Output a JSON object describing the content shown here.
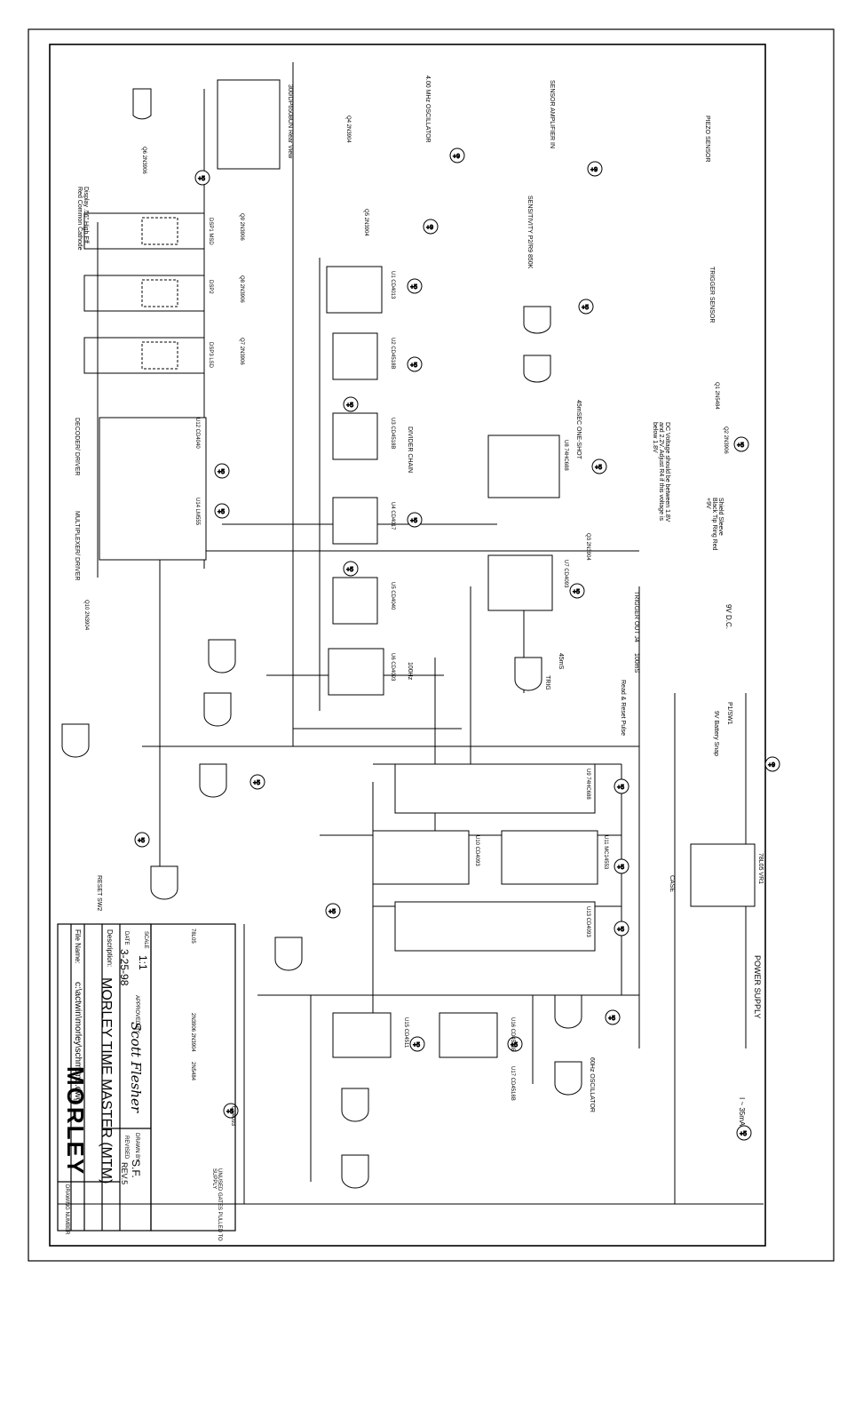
{
  "title_block": {
    "company_logo": "MORLEY",
    "title": "MORLEY TIME MASTER (MTM)",
    "scale_label": "SCALE",
    "scale": "1:1",
    "approved_by_label": "APPROVED BY",
    "approved_by": "Scott Flesher",
    "drawn_by_label": "DRAWN BY",
    "drawn_by": "S.F.",
    "date_label": "DATE",
    "date": "3-25-98",
    "revised_label": "REVISED",
    "revision": "REV.5",
    "description_label": "Description:",
    "file_label": "File Name:",
    "file_name": "c:\\actwin\\morley\\schmtm5.dwg",
    "drawing_number_label": "DRAWING NUMBER"
  },
  "sections": {
    "power_supply": "POWER SUPPLY",
    "current": "I ~ 35mA",
    "dc_input": "9V D.C.",
    "battery": "9V Battery Snap",
    "switch": "P1/SW1",
    "regulator": "78L05 VR1",
    "case": "CASE",
    "oscillator": "4.00 MHz OSCILLATOR",
    "sensor_amp": "SENSOR AMPLIFIER IN",
    "piezo": "PIEZO SENSOR",
    "trigger_sensor": "TRIGGER SENSOR",
    "sensitivity": "SENSITIVITY P2/R9 850K",
    "one_shot": "45mSEC ONE-SHOT",
    "divider": "DIVIDER CHAIN",
    "hz_100": "100Hz",
    "ms_100": "100mS",
    "read_reset": "Read & Reset Pulse",
    "ms_45": "45mS",
    "trig": "TRIG",
    "osc_60": "60Hz OSCILLATOR",
    "display": "Display .56\" High Eff. Red Common Cathode",
    "display_rear": "300/DP6508UN Rear View",
    "decoder": "DECODER/ DRIVER",
    "mux": "MULTIPLEXER/ DRIVER",
    "reset": "RESET SW2",
    "trigger_out": "TRIGGER OUT J4",
    "unused": "UNUSED GATES PULLED TO SUPPLY",
    "dc_note": "DC Voltage should be between 1.8V and 2.2V. Adjust R4 if this voltage is below 1.8V",
    "pins": "Shield Sleeve Black Tip Ring Red +9V"
  },
  "ics": [
    "U1 CD4013",
    "U2 CD4518B",
    "U3 CD4518B",
    "U4 CD4017",
    "U5 CD4040",
    "U6 CD4093",
    "U7 CD4093",
    "U8 74HC688",
    "U9 74HC688",
    "U10 CD4093",
    "U11 MC14553",
    "U12 CD4040",
    "U13 CD4093",
    "U14 LM555",
    "U15 CD4511",
    "U16 CD4518B",
    "U17 CD4518B"
  ],
  "displays": [
    "DSP1 MSD",
    "DSP2",
    "DSP3 LSD"
  ],
  "transistors": [
    "Q1 2N5484",
    "Q2 2N3906",
    "Q3 2N3904",
    "Q4 2N3904",
    "Q5 2N3904",
    "Q6 2N3906",
    "Q7 2N3906",
    "Q8 2N3906",
    "Q9 2N3906",
    "Q10 2N3904"
  ],
  "footprints": [
    "78L05",
    "2N3906 2N3904",
    "2N5484",
    "CD4093"
  ],
  "supply_labels": [
    "+5",
    "+9"
  ]
}
